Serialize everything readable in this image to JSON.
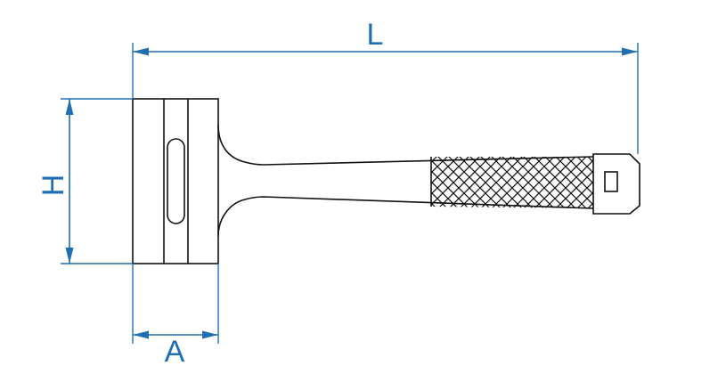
{
  "colors": {
    "dimension": "#1f6fb2",
    "outline": "#111111",
    "background": "#ffffff"
  },
  "dimensions": {
    "length_label": "L",
    "height_label": "H",
    "head_width_label": "A"
  }
}
